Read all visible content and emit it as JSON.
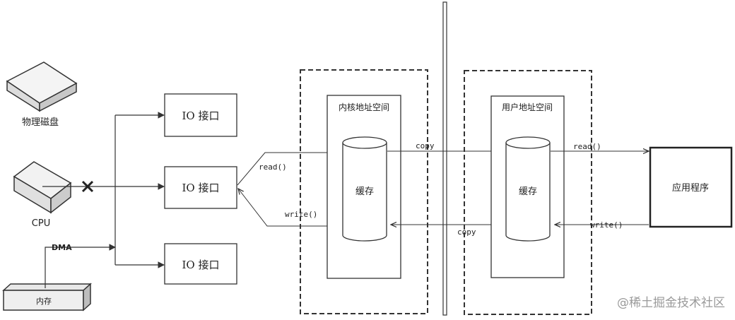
{
  "devices": {
    "disk_label": "物理磁盘",
    "cpu_label": "CPU",
    "memory_label": "内存",
    "dma_label": "DMA"
  },
  "io": {
    "port_labels": [
      "IO 接口",
      "IO 接口",
      "IO 接口"
    ]
  },
  "kernel": {
    "title": "内核地址空间",
    "buffer_label": "缓存"
  },
  "user": {
    "title": "用户地址空间",
    "buffer_label": "缓存"
  },
  "app": {
    "label": "应用程序"
  },
  "arrows": {
    "io_read": "read()",
    "io_write": "write()",
    "copy_to_user": "copy",
    "copy_to_kernel": "copy",
    "app_read": "read()",
    "app_write": "write()"
  },
  "watermark": "@稀土掘金技术社区",
  "colors": {
    "stroke": "#333333",
    "blocked_mark": "#222222"
  }
}
